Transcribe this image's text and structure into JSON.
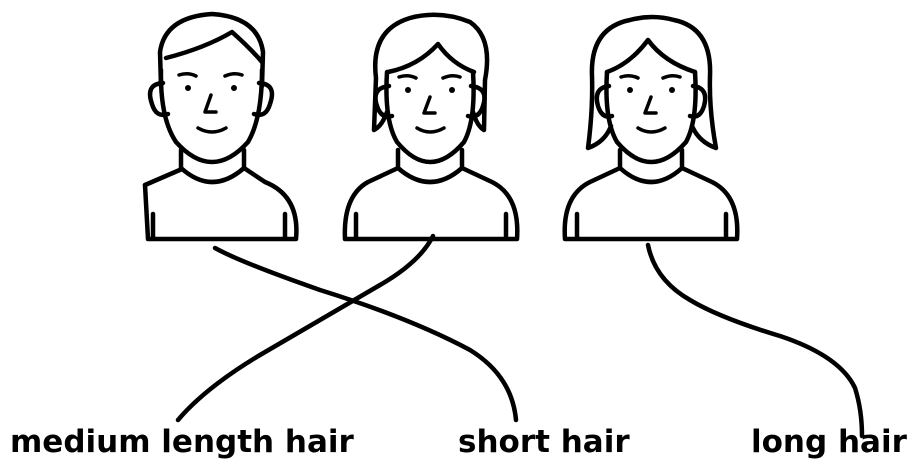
{
  "labels": {
    "medium": "medium length hair",
    "short": "short hair",
    "long": "long hair"
  },
  "figures": [
    {
      "name": "short-hair-person",
      "hair": "short"
    },
    {
      "name": "medium-hair-person",
      "hair": "medium"
    },
    {
      "name": "long-hair-person",
      "hair": "long"
    }
  ],
  "connections": [
    {
      "from": "short-hair-person",
      "to": "short hair"
    },
    {
      "from": "medium-hair-person",
      "to": "medium length hair"
    },
    {
      "from": "long-hair-person",
      "to": "long hair"
    }
  ],
  "colors": {
    "ink": "#000000",
    "background": "#ffffff"
  }
}
